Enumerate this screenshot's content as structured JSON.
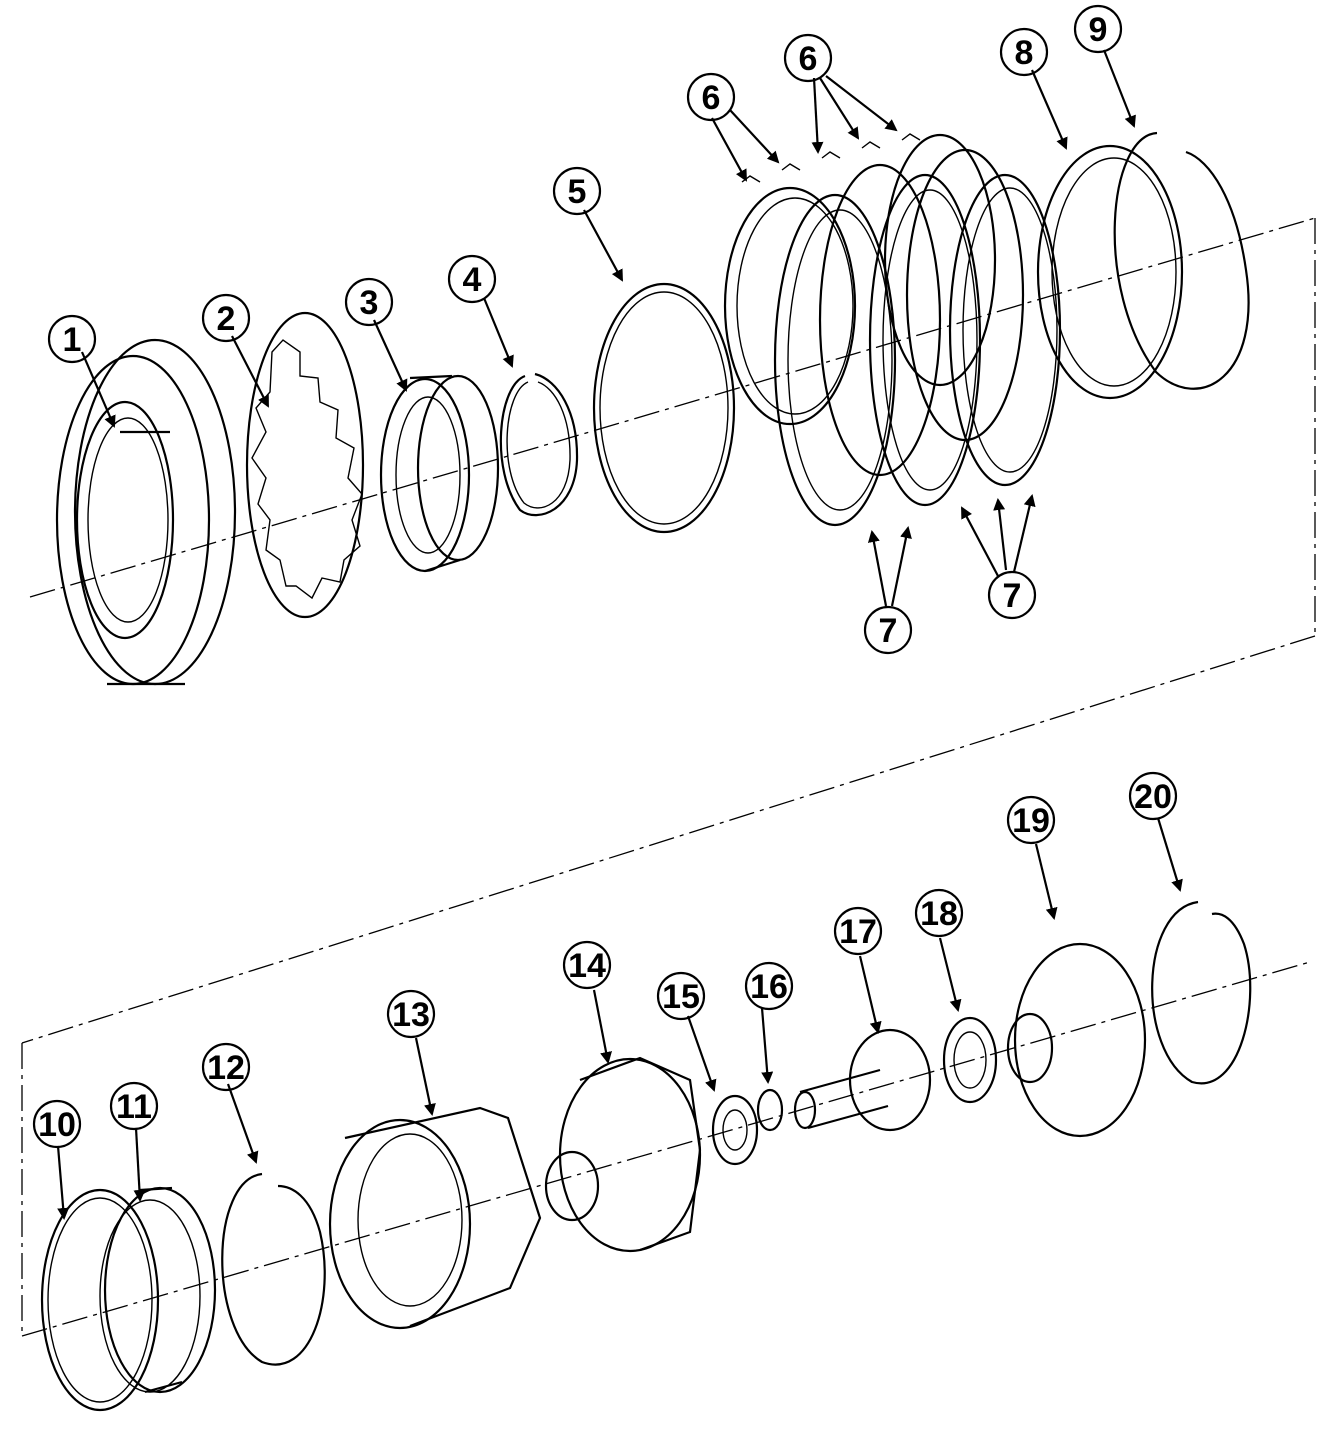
{
  "diagram": {
    "callouts": [
      {
        "id": "c1",
        "label": "1"
      },
      {
        "id": "c2",
        "label": "2"
      },
      {
        "id": "c3",
        "label": "3"
      },
      {
        "id": "c4",
        "label": "4"
      },
      {
        "id": "c5",
        "label": "5"
      },
      {
        "id": "c6a",
        "label": "6"
      },
      {
        "id": "c6b",
        "label": "6"
      },
      {
        "id": "c7a",
        "label": "7"
      },
      {
        "id": "c7b",
        "label": "7"
      },
      {
        "id": "c8",
        "label": "8"
      },
      {
        "id": "c9",
        "label": "9"
      },
      {
        "id": "c10",
        "label": "10"
      },
      {
        "id": "c11",
        "label": "11"
      },
      {
        "id": "c12",
        "label": "12"
      },
      {
        "id": "c13",
        "label": "13"
      },
      {
        "id": "c14",
        "label": "14"
      },
      {
        "id": "c15",
        "label": "15"
      },
      {
        "id": "c16",
        "label": "16"
      },
      {
        "id": "c17",
        "label": "17"
      },
      {
        "id": "c18",
        "label": "18"
      },
      {
        "id": "c19",
        "label": "19"
      },
      {
        "id": "c20",
        "label": "20"
      }
    ]
  }
}
